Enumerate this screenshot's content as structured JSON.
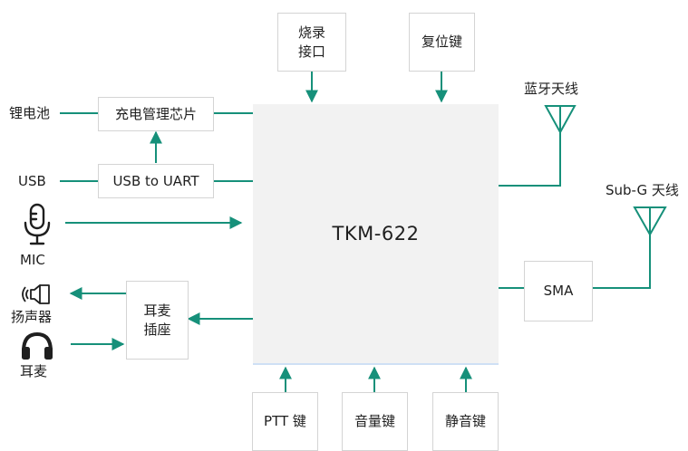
{
  "main": {
    "label": "TKM-622"
  },
  "blocks": {
    "burn_port": "烧录\n接口",
    "reset_key": "复位键",
    "charge_chip": "充电管理芯片",
    "usb_uart": "USB to UART",
    "earphone_jack": "耳麦\n插座",
    "sma": "SMA",
    "ptt_key": "PTT 键",
    "volume_key": "音量键",
    "mute_key": "静音键"
  },
  "labels": {
    "battery": "锂电池",
    "usb": "USB",
    "mic": "MIC",
    "speaker": "扬声器",
    "headset": "耳麦",
    "bt_antenna": "蓝牙天线",
    "subg_antenna": "Sub-G 天线"
  },
  "icons": {
    "mic": "microphone-icon",
    "speaker": "speaker-icon",
    "headset": "headphones-icon",
    "bt_antenna": "antenna-icon",
    "subg_antenna": "antenna-icon"
  },
  "colors": {
    "connector": "#16907a",
    "block_border": "#d4d4d4",
    "main_fill": "#f2f2f2",
    "icon": "#1f1f1f"
  }
}
